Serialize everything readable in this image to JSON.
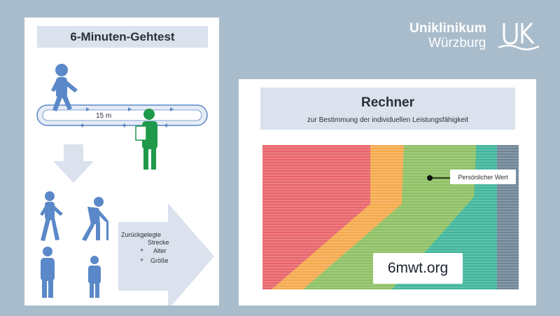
{
  "left_panel": {
    "title": "6-Minuten-Gehtest",
    "track_label": "15 m",
    "inputs": [
      "Zurückgelegte",
      "Strecke",
      "+",
      "Alter",
      "+",
      "Größe"
    ]
  },
  "calculator": {
    "title": "Rechner",
    "subtitle": "zur Bestimmung der individuellen Leistungsfähigkeit",
    "callout": "Persönlicher Wert",
    "url": "6mwt.org"
  },
  "logo": {
    "line1": "Uniklinikum",
    "line2": "Würzburg"
  },
  "colors": {
    "background": "#a9bccb",
    "figure_blue": "#5b88c8",
    "figure_green": "#1f9a4a",
    "zone_red": "#e8646a",
    "zone_orange": "#f5a94c",
    "zone_green": "#8dc063",
    "zone_teal": "#3fb59a",
    "zone_gray": "#6e8496"
  }
}
